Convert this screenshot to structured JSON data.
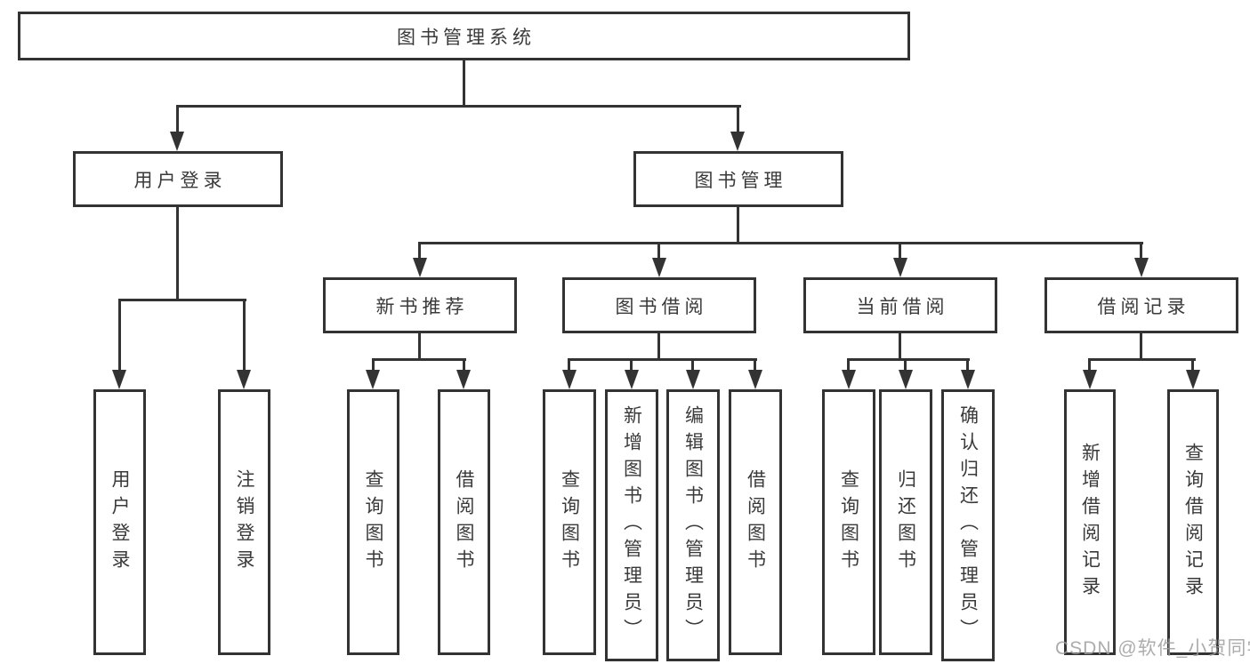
{
  "tree": {
    "label": "图书管理系统",
    "children": [
      {
        "label": "用户登录",
        "children": [
          {
            "label": "用户登录"
          },
          {
            "label": "注销登录"
          }
        ]
      },
      {
        "label": "图书管理",
        "children": [
          {
            "label": "新书推荐",
            "children": [
              {
                "label": "查询图书"
              },
              {
                "label": "借阅图书"
              }
            ]
          },
          {
            "label": "图书借阅",
            "children": [
              {
                "label": "查询图书"
              },
              {
                "label": "新增图书（管理员）"
              },
              {
                "label": "编辑图书（管理员）"
              },
              {
                "label": "借阅图书"
              }
            ]
          },
          {
            "label": "当前借阅",
            "children": [
              {
                "label": "查询图书"
              },
              {
                "label": "归还图书"
              },
              {
                "label": "确认归还（管理员）"
              }
            ]
          },
          {
            "label": "借阅记录",
            "children": [
              {
                "label": "新增借阅记录"
              },
              {
                "label": "查询借阅记录"
              }
            ]
          }
        ]
      }
    ]
  },
  "watermark": {
    "text": "CSDN @软件_小贺同学",
    "color": "#9e9e9e"
  },
  "colors": {
    "line": "#333333",
    "text": "#3a3a3a",
    "background": "#ffffff"
  }
}
